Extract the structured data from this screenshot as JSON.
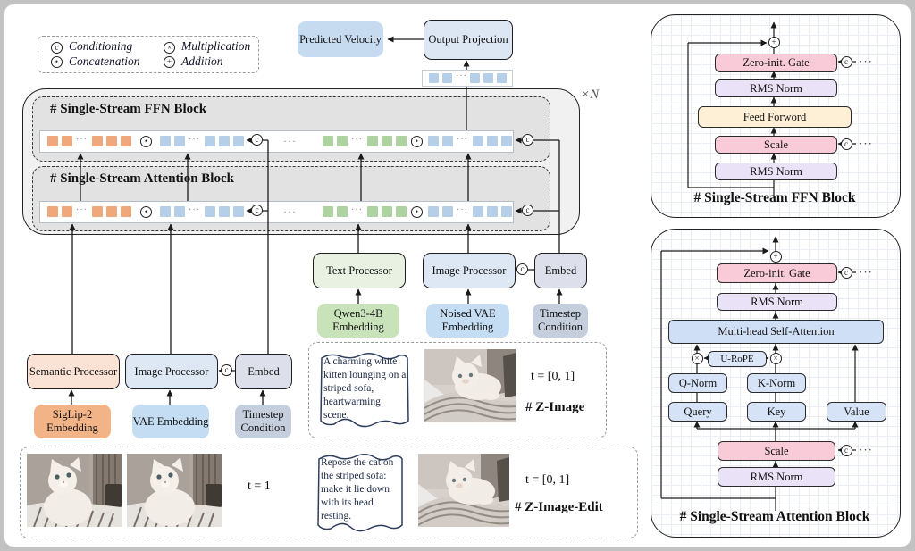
{
  "colors": {
    "token_orange": "#efa87c",
    "token_blue": "#b6cfe9",
    "token_green": "#afd3a0",
    "pink_box": "#f9cbd9",
    "lavender_box": "#eae3f8",
    "cream_box": "#fdf0d6",
    "blue_box": "#cfdff6",
    "wire": "#1a1a1a"
  },
  "symbols": {
    "conditioning": "c",
    "concatenation": "•",
    "multiplication": "×",
    "addition": "+",
    "ellipsis": "···"
  },
  "legend": {
    "items": [
      {
        "symbol": "c",
        "label": "Conditioning"
      },
      {
        "symbol": "•",
        "label": "Concatenation"
      },
      {
        "symbol": "×",
        "label": "Multiplication"
      },
      {
        "symbol": "+",
        "label": "Addition"
      }
    ]
  },
  "top": {
    "predicted_velocity": "Predicted Velocity",
    "output_projection": "Output Projection"
  },
  "main": {
    "repeat_label": "×N",
    "ffn_title": "# Single-Stream FFN Block",
    "attn_title": "# Single-Stream Attention Block"
  },
  "mid": {
    "text_processor": "Text Processor",
    "qwen_embedding": "Qwen3-4B Embedding",
    "image_processor": "Image Processor",
    "noised_vae_embedding": "Noised VAE Embedding",
    "embed": "Embed",
    "timestep_condition": "Timestep Condition"
  },
  "left": {
    "semantic_processor": "Semantic Processor",
    "siglip_embedding": "SigLip-2 Embedding",
    "image_processor": "Image Processor",
    "vae_embedding": "VAE Embedding",
    "embed": "Embed",
    "timestep_condition": "Timestep Condition"
  },
  "z_image": {
    "prompt": "A charming white kitten lounging on a striped sofa, heartwarming scene.",
    "time": "t = [0, 1]",
    "label": "# Z-Image"
  },
  "z_image_edit": {
    "time_source": "t = 1",
    "prompt": "Repose the cat on the striped sofa: make it lie down with its head resting.",
    "time": "t = [0, 1]",
    "label": "# Z-Image-Edit"
  },
  "ffn_detail": {
    "title": "# Single-Stream FFN Block",
    "gate": "Zero-init. Gate",
    "rms_top": "RMS Norm",
    "ffn": "Feed Forword",
    "scale": "Scale",
    "rms_bottom": "RMS Norm"
  },
  "attn_detail": {
    "title": "# Single-Stream Attention Block",
    "gate": "Zero-init. Gate",
    "rms_top": "RMS Norm",
    "mhsa": "Multi-head Self-Attention",
    "urope": "U-RoPE",
    "q_norm": "Q-Norm",
    "k_norm": "K-Norm",
    "query": "Query",
    "key": "Key",
    "value": "Value",
    "scale": "Scale",
    "rms_bottom": "RMS Norm"
  }
}
